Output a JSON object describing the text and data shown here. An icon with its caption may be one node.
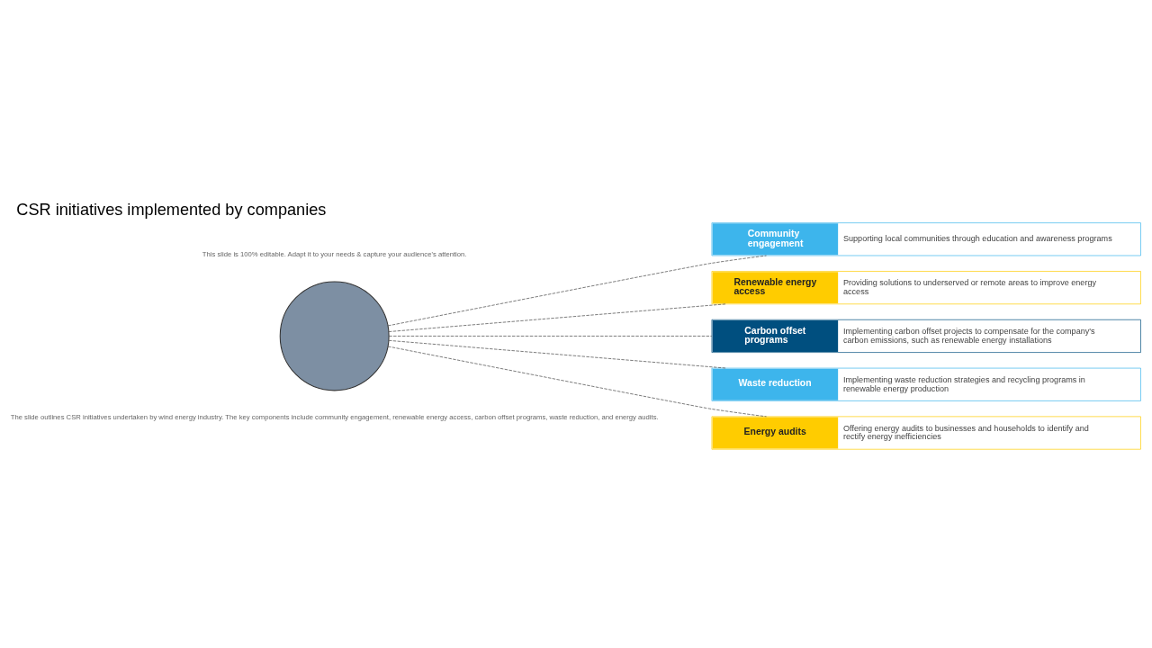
{
  "diagram": {
    "title": "CSR initiatives implemented by companies",
    "nodes": [
      {
        "text": [],
        "shape": "circle"
      },
      {
        "text": [
          "Community engagement",
          "Supporting local communities through education and awareness programs"
        ]
      },
      {
        "text": [
          "Renewable energy access",
          "Providing solutions to underserved or remote areas to improve energy access"
        ]
      },
      {
        "text": [
          "Carbon offset programs",
          "Implementing carbon offset projects to compensate for the company's carbon emissions, such as renewable energy installations"
        ]
      },
      {
        "text": [
          "Waste reduction",
          "Implementing waste reduction strategies and recycling programs in renewable energy production"
        ]
      },
      {
        "text": [
          "Energy audits",
          "Offering energy audits to businesses and households to identify and rectify energy inefficiencies"
        ]
      }
    ],
    "edges": [
      {
        "from": 0,
        "to": 1,
        "arrow": "none",
        "style": "dashed"
      },
      {
        "from": 0,
        "to": 2,
        "arrow": "none",
        "style": "dashed"
      },
      {
        "from": 0,
        "to": 3,
        "arrow": "none",
        "style": "dashed"
      },
      {
        "from": 0,
        "to": 4,
        "arrow": "none",
        "style": "dashed"
      },
      {
        "from": 0,
        "to": 5,
        "arrow": "none",
        "style": "dashed"
      }
    ],
    "labels": [
      "The slide outlines CSR initiatives undertaken by wind energy industry. The key components include community engagement, renewable energy access, carbon offset programs, waste reduction, and energy audits.",
      "This slide is 100% editable. Adapt it to your needs & capture your audience's attention."
    ]
  }
}
